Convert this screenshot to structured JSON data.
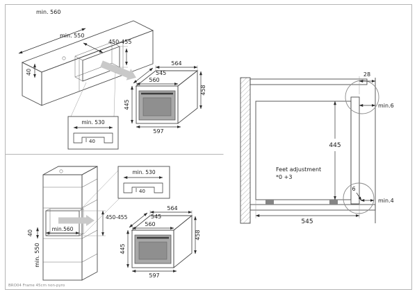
{
  "footer": {
    "note": "BRO04 Frame 45cm non-pyro"
  },
  "oven_dimensions": {
    "width_top": "564",
    "depth_top": "545",
    "width_front": "560",
    "height_front": "445",
    "height_rear": "458",
    "depth_total": "597"
  },
  "countertop_install": {
    "niche_width": "min. 560",
    "niche_depth": "min. 550",
    "niche_height": "450-455",
    "frame_clearance": "40",
    "inset": {
      "inner_width": "min. 530",
      "rail": "40"
    }
  },
  "column_install": {
    "niche_height": "450-455",
    "niche_width": "min.560",
    "frame_clearance": "40",
    "niche_depth": "min. 550",
    "inset": {
      "inner_width": "min. 530",
      "rail": "40"
    }
  },
  "side_section": {
    "top_clearance": "28",
    "front_gap_top": "min.6",
    "oven_height": "445",
    "feet_adjustment_label": "Feet adjustment",
    "feet_adjustment_value": "*0 +3",
    "bottom_clearance": "6",
    "front_gap_bottom": "min.4",
    "oven_depth": "545"
  },
  "colors": {
    "line": "#4a4a4a",
    "oven_front": "#cfcfcf",
    "oven_side": "#bdbdbd",
    "oven_top": "#e4e4e4",
    "arrow": "#c9c9c9"
  }
}
